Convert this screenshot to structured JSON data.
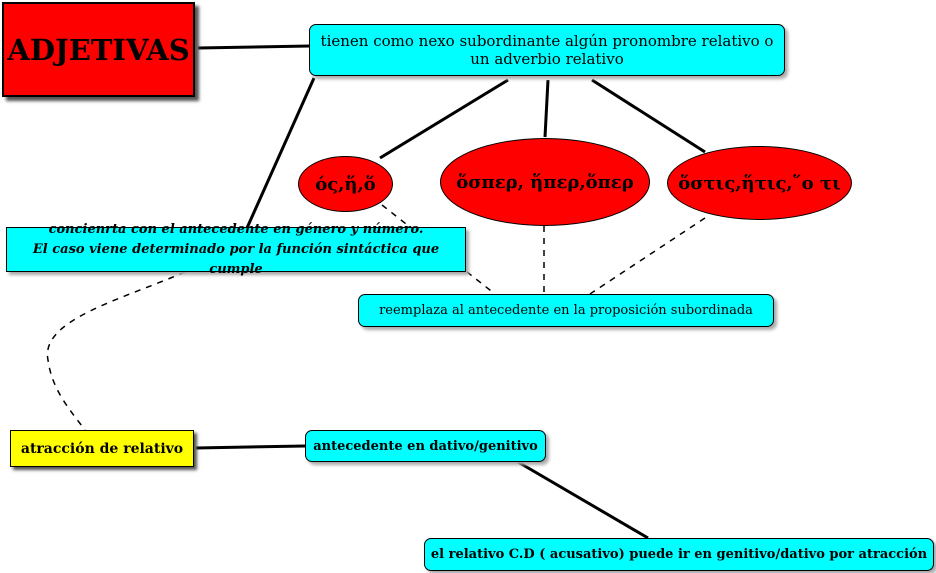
{
  "title": "ADJETIVAS",
  "main_node": "tienen como nexo subordinante algún pronombre relativo o un adverbio relativo",
  "relatives": [
    "ός,ἥ,ὅ",
    "ὅσπερ, ἥπερ,ὅπερ",
    "ὅστις,ἥτις,῞ο τι"
  ],
  "agreement_line1": "concienrta con el antecedente en género y número.",
  "agreement_line2": "El caso viene determinado por la función sintáctica que cumple",
  "replaces": "reemplaza al antecedente en la proposición subordinada",
  "attraction": "atracción de relativo",
  "antecedent": "antecedente en dativo/genitivo",
  "result": "el relativo C.D ( acusativo) puede ir en genitivo/dativo por atracción",
  "colors": {
    "title": "#ff0000",
    "node": "#00ffff",
    "ellipse": "#ff0000",
    "attraction": "#ffff00"
  }
}
